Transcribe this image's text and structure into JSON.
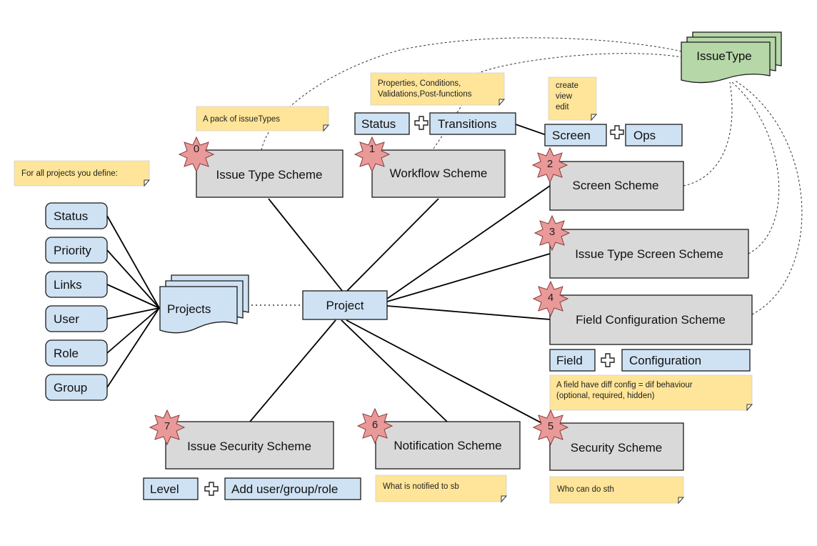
{
  "center": "Project",
  "projects": "Projects",
  "left_items": [
    "Status",
    "Priority",
    "Links",
    "User",
    "Role",
    "Group"
  ],
  "issuetype": "IssueType",
  "schemes": {
    "issue_type": {
      "num": "0",
      "label": "Issue Type Scheme"
    },
    "workflow": {
      "num": "1",
      "label": "Workflow Scheme"
    },
    "screen": {
      "num": "2",
      "label": "Screen Scheme"
    },
    "issue_type_screen": {
      "num": "3",
      "label": "Issue Type Screen Scheme"
    },
    "field_config": {
      "num": "4",
      "label": "Field Configuration Scheme"
    },
    "security": {
      "num": "5",
      "label": "Security Scheme"
    },
    "notification": {
      "num": "6",
      "label": "Notification Scheme"
    },
    "issue_security": {
      "num": "7",
      "label": "Issue Security Scheme"
    }
  },
  "parts": {
    "status": "Status",
    "transitions": "Transitions",
    "screen": "Screen",
    "ops": "Ops",
    "field": "Field",
    "configuration": "Configuration",
    "level": "Level",
    "add_user": "Add user/group/role"
  },
  "notes": {
    "all_projects": "For all projects you define:",
    "pack": "A pack of issueTypes",
    "properties": [
      "Properties, Conditions,",
      "Validations,Post-functions"
    ],
    "ops_list": [
      "create",
      "view",
      "edit"
    ],
    "field_behaviour": [
      "A field have diff config = dif behaviour",
      "(optional, required, hidden)"
    ],
    "notified": "What is notified to sb",
    "who": "Who can do sth"
  },
  "colors": {
    "blue_box": "#cfe2f3",
    "gray_box": "#d9d9d9",
    "note": "#ffe599",
    "green": "#b6d7a8",
    "star": "#ea9999"
  }
}
